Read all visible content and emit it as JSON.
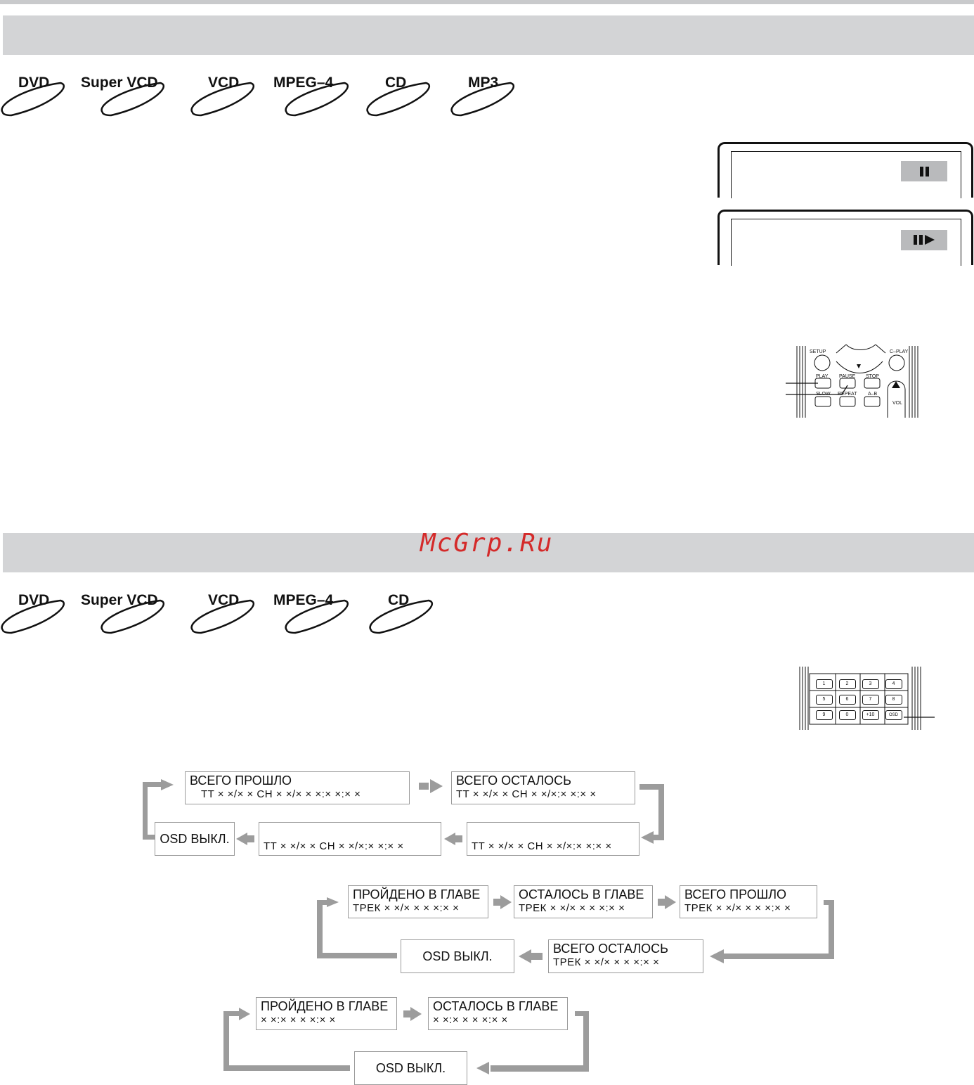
{
  "watermark": "McGrp.Ru",
  "section1": {
    "discs": [
      "DVD",
      "Super VCD",
      "VCD",
      "MPEG–4",
      "CD",
      "MP3"
    ]
  },
  "section2": {
    "discs": [
      "DVD",
      "Super VCD",
      "VCD",
      "MPEG–4",
      "CD"
    ]
  },
  "remote1": {
    "setup": "SETUP",
    "cplay": "C–PLAY",
    "play": "PLAY",
    "pause": "PAUSE",
    "stop": "STOP",
    "slow": "SLOW",
    "repeat": "REPEAT",
    "ab": "A–B",
    "vol": "VOL"
  },
  "remote2": {
    "keys": [
      "1",
      "2",
      "3",
      "4",
      "5",
      "6",
      "7",
      "8",
      "9",
      "0",
      "+10",
      "OSD"
    ]
  },
  "flow_dvd": {
    "elapsed_title": "ВСЕГО ПРОШЛО",
    "elapsed_line": "TT × ×/× ×  CH × ×/× ×  ×:× ×:× ×",
    "remain_title": "ВСЕГО ОСТАЛОСЬ",
    "remain_line": "TT × ×/× ×  CH × ×/×:× ×:× ×",
    "ch_remain_line": "TT × ×/× × CH × ×/×:× ×:× ×",
    "ch_elapsed_line": "TT × ×/× ×  CH × ×/×:× ×:× ×",
    "osd_off": "OSD  ВЫКЛ."
  },
  "flow_vcd": {
    "passed_title": "ПРОЙДЕНО В ГЛАВЕ",
    "passed_line": "ТРЕК × ×/× ×  × ×:× ×",
    "left_title": "ОСТАЛОСЬ В ГЛАВЕ",
    "left_line": "ТРЕК × ×/× ×  × ×:× ×",
    "total_elapsed_title": "ВСЕГО ПРОШЛО",
    "total_elapsed_line": "ТРЕК × ×/× ×  × ×:× ×",
    "total_remain_title": "ВСЕГО ОСТАЛОСЬ",
    "total_remain_line": "ТРЕК × ×/× ×  × ×:× ×",
    "osd_off": "OSD ВЫКЛ."
  },
  "flow_cd": {
    "passed_title": "ПРОЙДЕНО В ГЛАВЕ",
    "passed_line": "× ×:× ×   × ×:× ×",
    "left_title": "ОСТАЛОСЬ В ГЛАВЕ",
    "left_line": "× ×:× ×   × ×:× ×",
    "osd_off": "OSD ВЫКЛ."
  }
}
